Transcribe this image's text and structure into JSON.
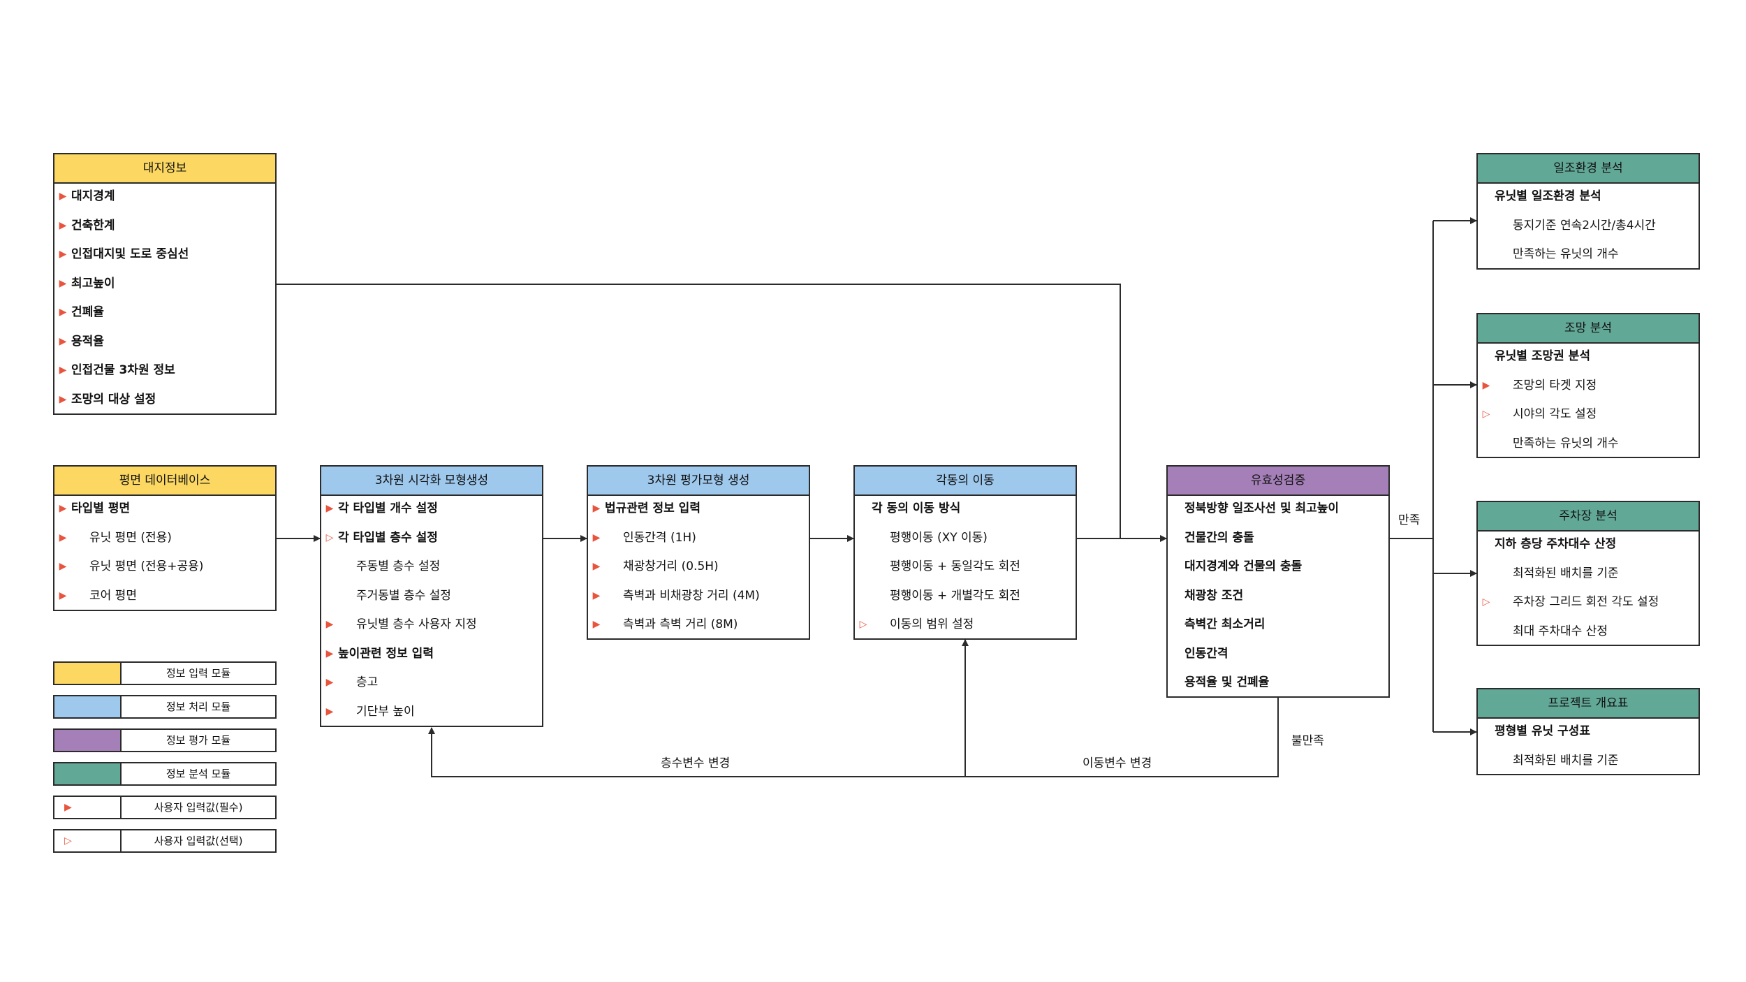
{
  "colors": {
    "input": "#fcd863",
    "process": "#9ec8ec",
    "evaluate": "#a580b8",
    "analysis": "#62a897",
    "marker": "#e8553e",
    "line": "#2b2b2b"
  },
  "icons": {
    "required": "filled-triangle-marker-icon",
    "optional": "outline-triangle-marker-icon"
  },
  "site_info": {
    "title": "대지정보",
    "items": [
      "대지경계",
      "건축한계",
      "인접대지및 도로 중심선",
      "최고높이",
      "건폐율",
      "용적율",
      "인접건물 3차원 정보",
      "조망의 대상 설정"
    ]
  },
  "plan_db": {
    "title": "평면 데이터베이스",
    "items": [
      "타입별 평면",
      "유닛 평면 (전용)",
      "유닛 평면 (전용+공용)",
      "코어 평면"
    ]
  },
  "model_3d": {
    "title": "3차원 시각화 모형생성",
    "items": [
      "각 타입별 개수 설정",
      "각 타입별 층수 설정",
      "주동별 층수 설정",
      "주거동별 층수 설정",
      "유닛별 층수 사용자 지정",
      "높이관련 정보 입력",
      "층고",
      "기단부 높이"
    ]
  },
  "eval_3d": {
    "title": "3차원 평가모형 생성",
    "items": [
      "법규관련 정보 입력",
      "인동간격 (1H)",
      "채광창거리 (0.5H)",
      "측벽과 비채광창 거리 (4M)",
      "측벽과 측벽 거리 (8M)"
    ]
  },
  "move": {
    "title": "각동의 이동",
    "items": [
      "각 동의 이동 방식",
      "평행이동 (XY 이동)",
      "평행이동 + 동일각도 회전",
      "평행이동 + 개별각도 회전",
      "이동의 범위 설정"
    ]
  },
  "validate": {
    "title": "유효성검증",
    "items": [
      "정북방향 일조사선 및 최고높이",
      "건물간의 충돌",
      "대지경계와 건물의 충돌",
      "채광창 조건",
      "측벽간 최소거리",
      "인동간격",
      "용적율 및 건폐율"
    ]
  },
  "sunlight": {
    "title": "일조환경 분석",
    "items": [
      "유닛별 일조환경 분석",
      "동지기준 연속2시간/총4시간",
      "만족하는 유닛의 개수"
    ]
  },
  "view": {
    "title": "조망 분석",
    "items": [
      "유닛별 조망권 분석",
      "조망의 타겟 지정",
      "시야의 각도 설정",
      "만족하는 유닛의 개수"
    ]
  },
  "parking": {
    "title": "주차장 분석",
    "items": [
      "지하 층당 주차대수 산정",
      "최적화된 배치를 기준",
      "주차장 그리드 회전 각도 설정",
      "최대 주차대수 산정"
    ]
  },
  "overview": {
    "title": "프로젝트 개요표",
    "items": [
      "평형별 유닛 구성표",
      "최적화된 배치를 기준"
    ]
  },
  "edges": {
    "satisfied": "만족",
    "unsatisfied": "불만족",
    "floor_change": "층수변수 변경",
    "move_change": "이동변수 변경"
  },
  "legend": [
    "정보 입력 모듈",
    "정보 처리 모듈",
    "정보 평가 모듈",
    "정보 분석 모듈",
    "사용자 입력값(필수)",
    "사용자 입력값(선택)"
  ]
}
